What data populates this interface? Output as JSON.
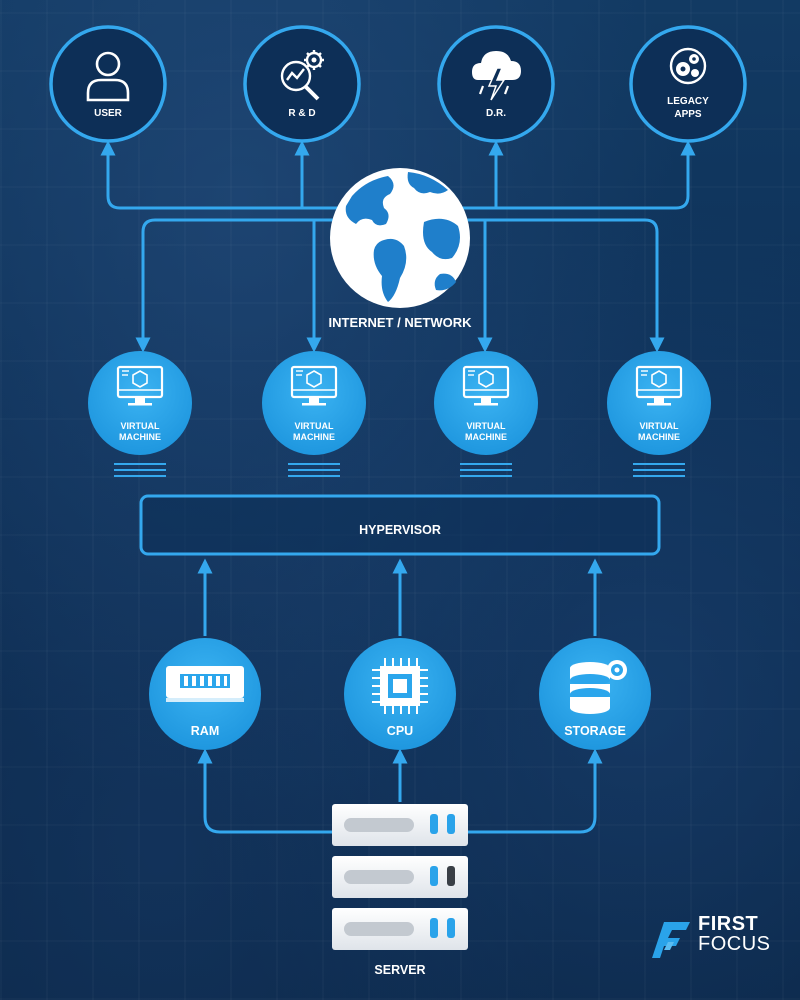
{
  "nodes": {
    "user": "USER",
    "rd": "R & D",
    "dr": "D.R.",
    "legacy_l1": "LEGACY",
    "legacy_l2": "APPS",
    "network": "INTERNET / NETWORK",
    "vm_l1": "VIRTUAL",
    "vm_l2": "MACHINE",
    "hypervisor": "HYPERVISOR",
    "ram": "RAM",
    "cpu": "CPU",
    "storage": "STORAGE",
    "server": "SERVER"
  },
  "brand": {
    "line1": "FIRST",
    "line2": "FOCUS"
  },
  "icons": {
    "user": "person-icon",
    "rd": "research-gear-icon",
    "dr": "storm-cloud-icon",
    "legacy": "gears-icon",
    "network": "globe-icon",
    "vm": "monitor-cube-icon",
    "ram": "memory-module-icon",
    "cpu": "chip-icon",
    "storage": "database-gear-icon",
    "server": "server-rack-icon"
  },
  "colors": {
    "accent": "#2aa3ea",
    "node_fill": "#2ba6ec",
    "outline": "#34a8ee",
    "background": "#0e3158",
    "white": "#ffffff"
  }
}
